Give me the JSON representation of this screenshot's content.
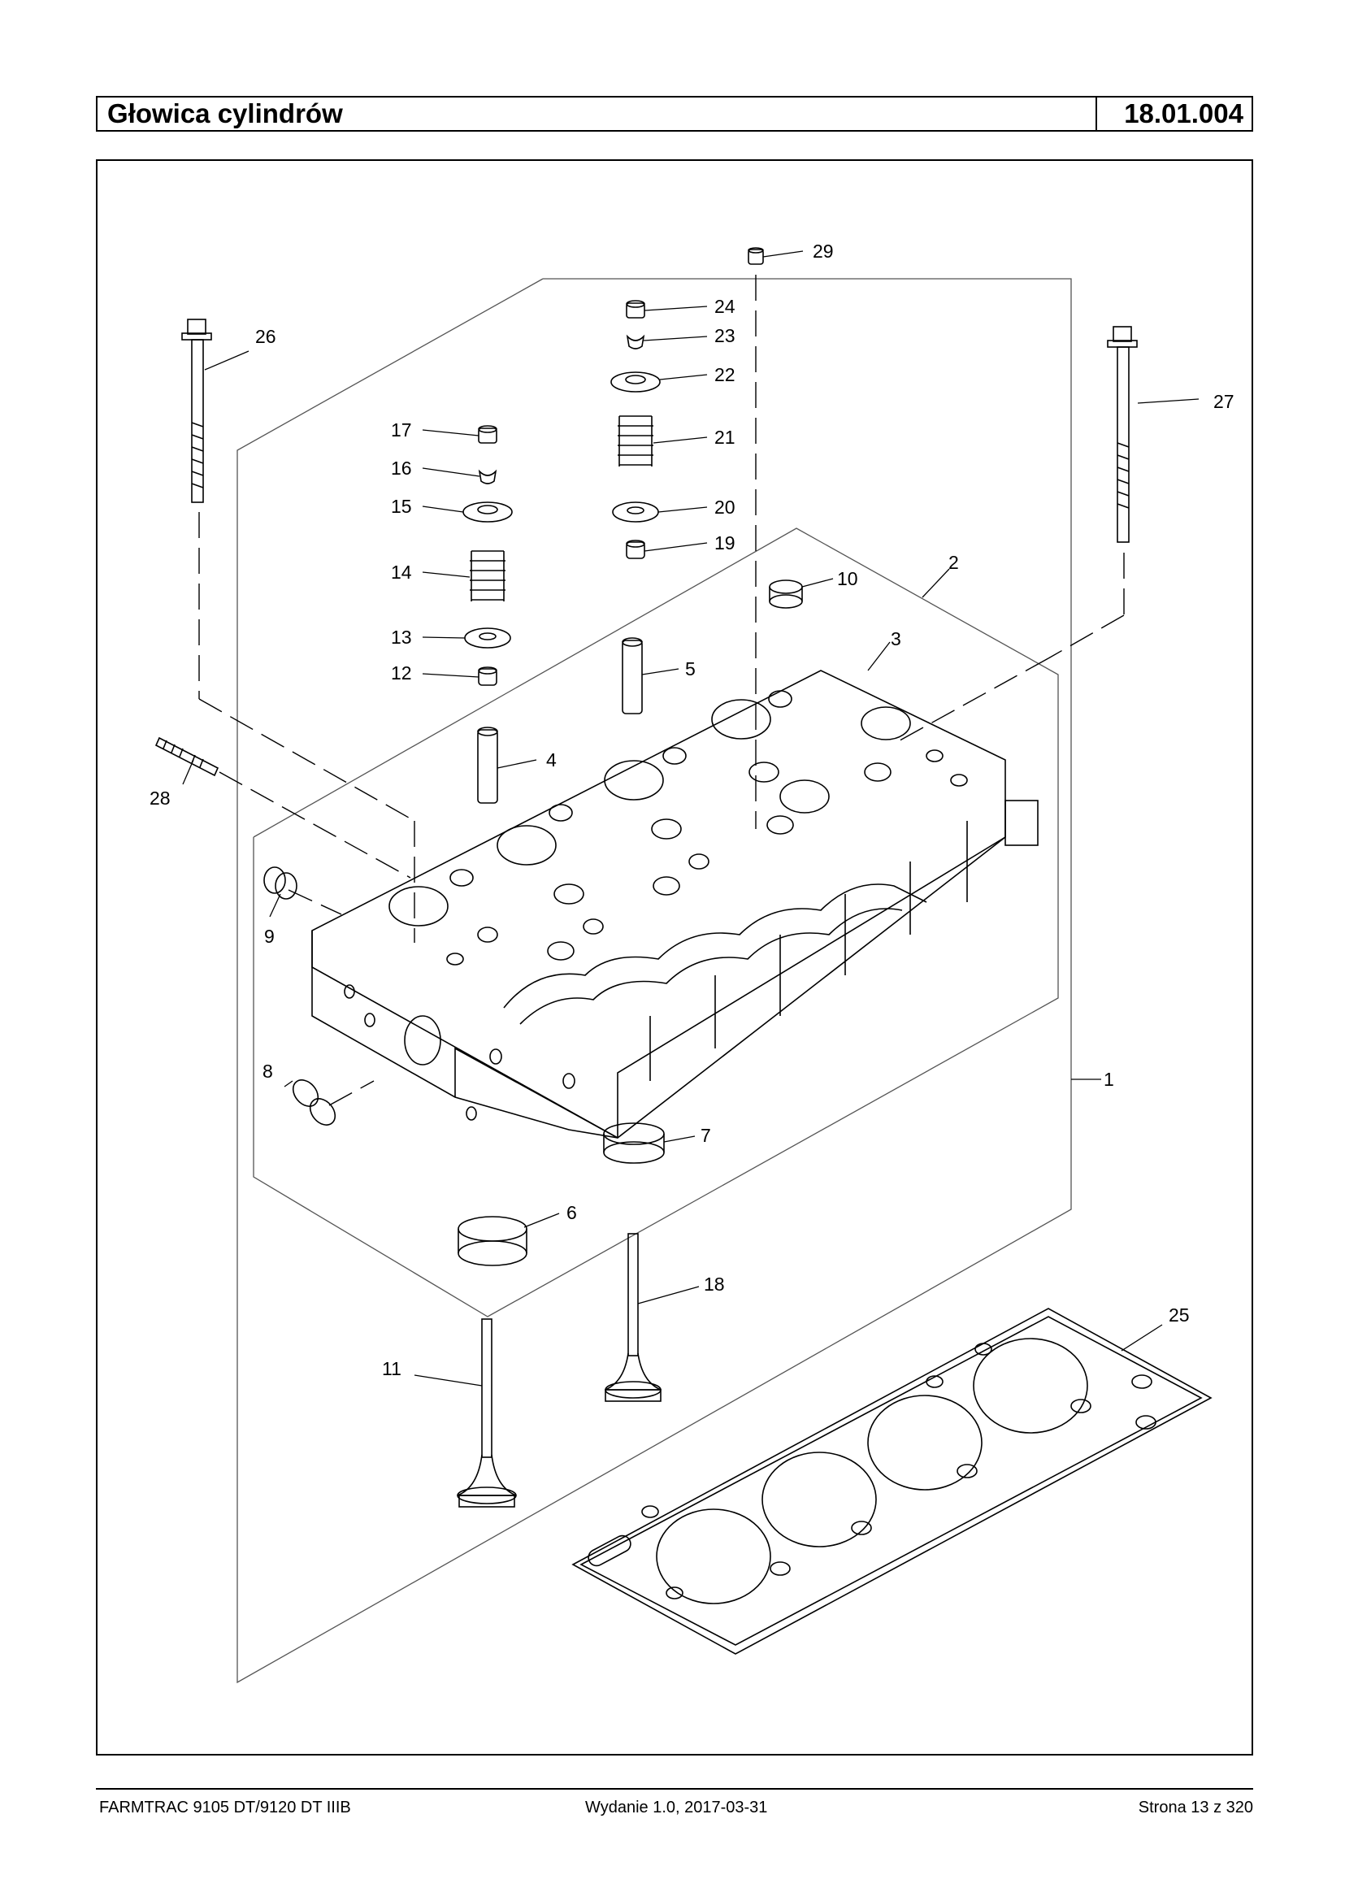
{
  "header": {
    "title": "Głowica cylindrów",
    "code": "18.01.004"
  },
  "callouts": [
    "1",
    "2",
    "3",
    "4",
    "5",
    "6",
    "7",
    "8",
    "9",
    "10",
    "11",
    "12",
    "13",
    "14",
    "15",
    "16",
    "17",
    "18",
    "19",
    "20",
    "21",
    "22",
    "23",
    "24",
    "25",
    "26",
    "27",
    "28",
    "29"
  ],
  "footer": {
    "model": "FARMTRAC 9105 DT/9120 DT IIIB",
    "edition": "Wydanie 1.0,  2017-03-31",
    "page": "Strona 13 z 320"
  }
}
